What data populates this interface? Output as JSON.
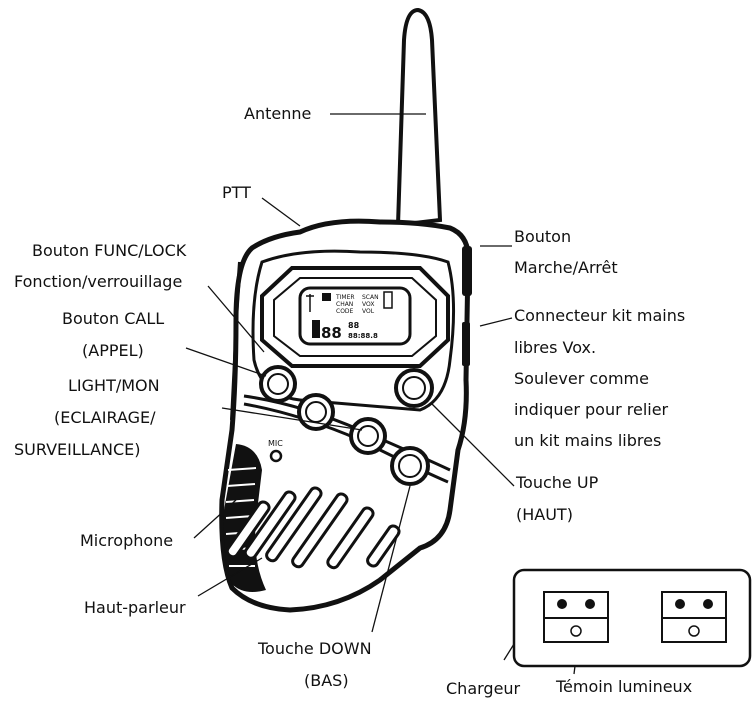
{
  "labels": {
    "antenna": "Antenne",
    "ptt": "PTT",
    "power": [
      "Bouton",
      "Marche/Arrêt"
    ],
    "func_lock": [
      "Bouton FUNC/LOCK",
      "Fonction/verrouillage"
    ],
    "call": [
      "Bouton CALL",
      "(APPEL)"
    ],
    "light_mon": [
      "LIGHT/MON",
      "(ECLAIRAGE/",
      "SURVEILLANCE)"
    ],
    "microphone": "Microphone",
    "speaker": "Haut-parleur",
    "vox": [
      "Connecteur kit mains",
      "libres Vox.",
      "Soulever comme",
      "indiquer pour relier",
      "un kit mains libres"
    ],
    "up": [
      "Touche UP",
      "(HAUT)"
    ],
    "down": [
      "Touche DOWN",
      "(BAS)"
    ],
    "charger": "Chargeur",
    "led": "Témoin lumineux"
  },
  "device": {
    "mic_label": "MIC",
    "lcd": {
      "timer": "TIMER",
      "chan": "CHAN",
      "code": "CODE",
      "scan": "SCAN",
      "vox": "VOX",
      "vol": "VOL",
      "big_digits": "88",
      "small_digits": "88",
      "small_digits2": "88:88.8"
    }
  }
}
